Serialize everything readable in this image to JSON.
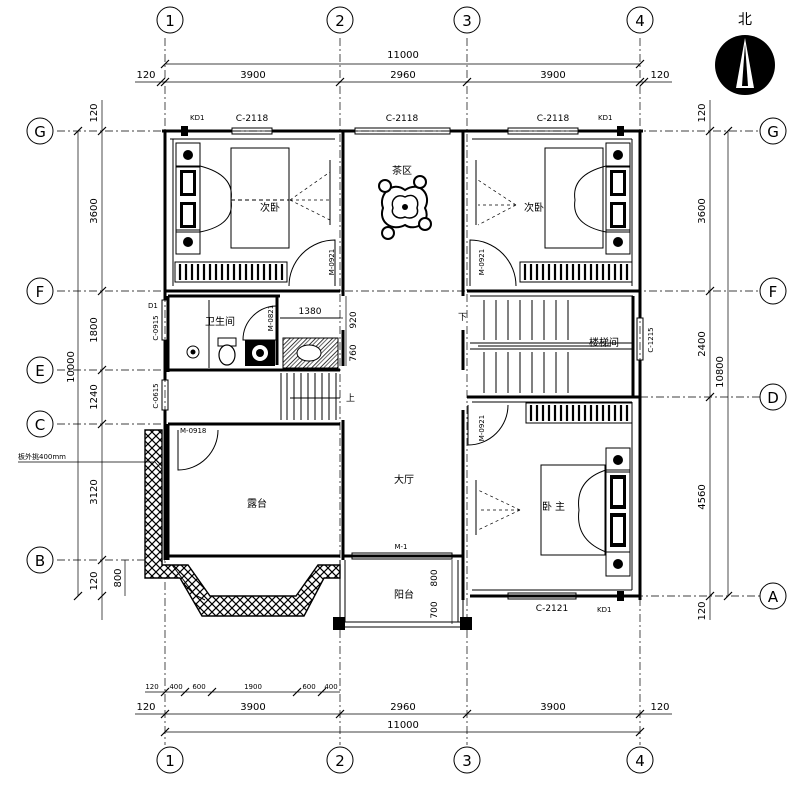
{
  "compass": {
    "label": "北"
  },
  "axes": {
    "columns": [
      "1",
      "2",
      "3",
      "4"
    ],
    "rows_left": [
      "G",
      "F",
      "E",
      "C",
      "B"
    ],
    "rows_right": [
      "G",
      "F",
      "D",
      "A"
    ]
  },
  "dims": {
    "top_total": "11000",
    "top_segments": [
      "120",
      "3900",
      "2960",
      "3900",
      "120"
    ],
    "bottom_small": [
      "120",
      "400",
      "600",
      "1900",
      "600",
      "400"
    ],
    "bottom_segments": [
      "120",
      "3900",
      "2960",
      "3900",
      "120"
    ],
    "bottom_total": "11000",
    "left_segments": [
      "120",
      "3600",
      "1800",
      "1240",
      "3120",
      "120"
    ],
    "left_total": "10000",
    "left_extra": "800",
    "right_segments": [
      "120",
      "3600",
      "2400",
      "4560",
      "120"
    ],
    "right_total": "10800",
    "internal_1380": "1380",
    "internal_920": "920",
    "internal_760": "760",
    "balcony_800": "800",
    "balcony_700": "700"
  },
  "rooms": {
    "bedroom_left": "次卧",
    "bedroom_right": "次卧",
    "tea_area": "茶区",
    "bathroom": "卫生间",
    "stair_room": "楼梯间",
    "hall": "大厅",
    "terrace": "露台",
    "master_bedroom_a": "卧",
    "master_bedroom_b": "主",
    "balcony": "阳台"
  },
  "labels": {
    "kd1_left": "KD1",
    "kd1_right": "KD1",
    "kd1_bottom": "KD1",
    "c2118_left": "C-2118",
    "c2118_mid": "C-2118",
    "c2118_right": "C-2118",
    "c2121": "C-2121",
    "m0921_left": "M-0921",
    "m0921_right": "M-0921",
    "m0921_lower": "M-0921",
    "m0821": "M-0821",
    "m0918": "M-0918",
    "m1": "M-1",
    "c0915": "C-0915",
    "c0615": "C-0615",
    "c1215": "C-1215",
    "d1": "D1",
    "up": "上",
    "down": "下",
    "slab_note": "板外挑400mm"
  }
}
